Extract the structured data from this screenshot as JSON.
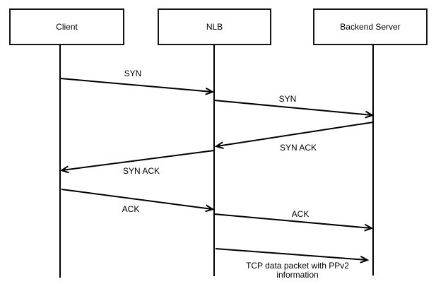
{
  "diagram": {
    "type": "sequence",
    "participants": [
      {
        "label": "Client"
      },
      {
        "label": "NLB"
      },
      {
        "label": "Backend Server"
      }
    ],
    "messages": [
      {
        "label": "SYN",
        "from": "Client",
        "to": "NLB"
      },
      {
        "label": "SYN",
        "from": "NLB",
        "to": "Backend Server"
      },
      {
        "label": "SYN ACK",
        "from": "Backend Server",
        "to": "NLB"
      },
      {
        "label": "SYN ACK",
        "from": "NLB",
        "to": "Client"
      },
      {
        "label": "ACK",
        "from": "Client",
        "to": "NLB"
      },
      {
        "label": "ACK",
        "from": "NLB",
        "to": "Backend Server"
      },
      {
        "label": "TCP data packet with PPv2 information",
        "from": "NLB",
        "to": "Backend Server"
      }
    ],
    "colors": {
      "line": "#000000",
      "background": "#ffffff",
      "box_border": "#141414"
    }
  }
}
